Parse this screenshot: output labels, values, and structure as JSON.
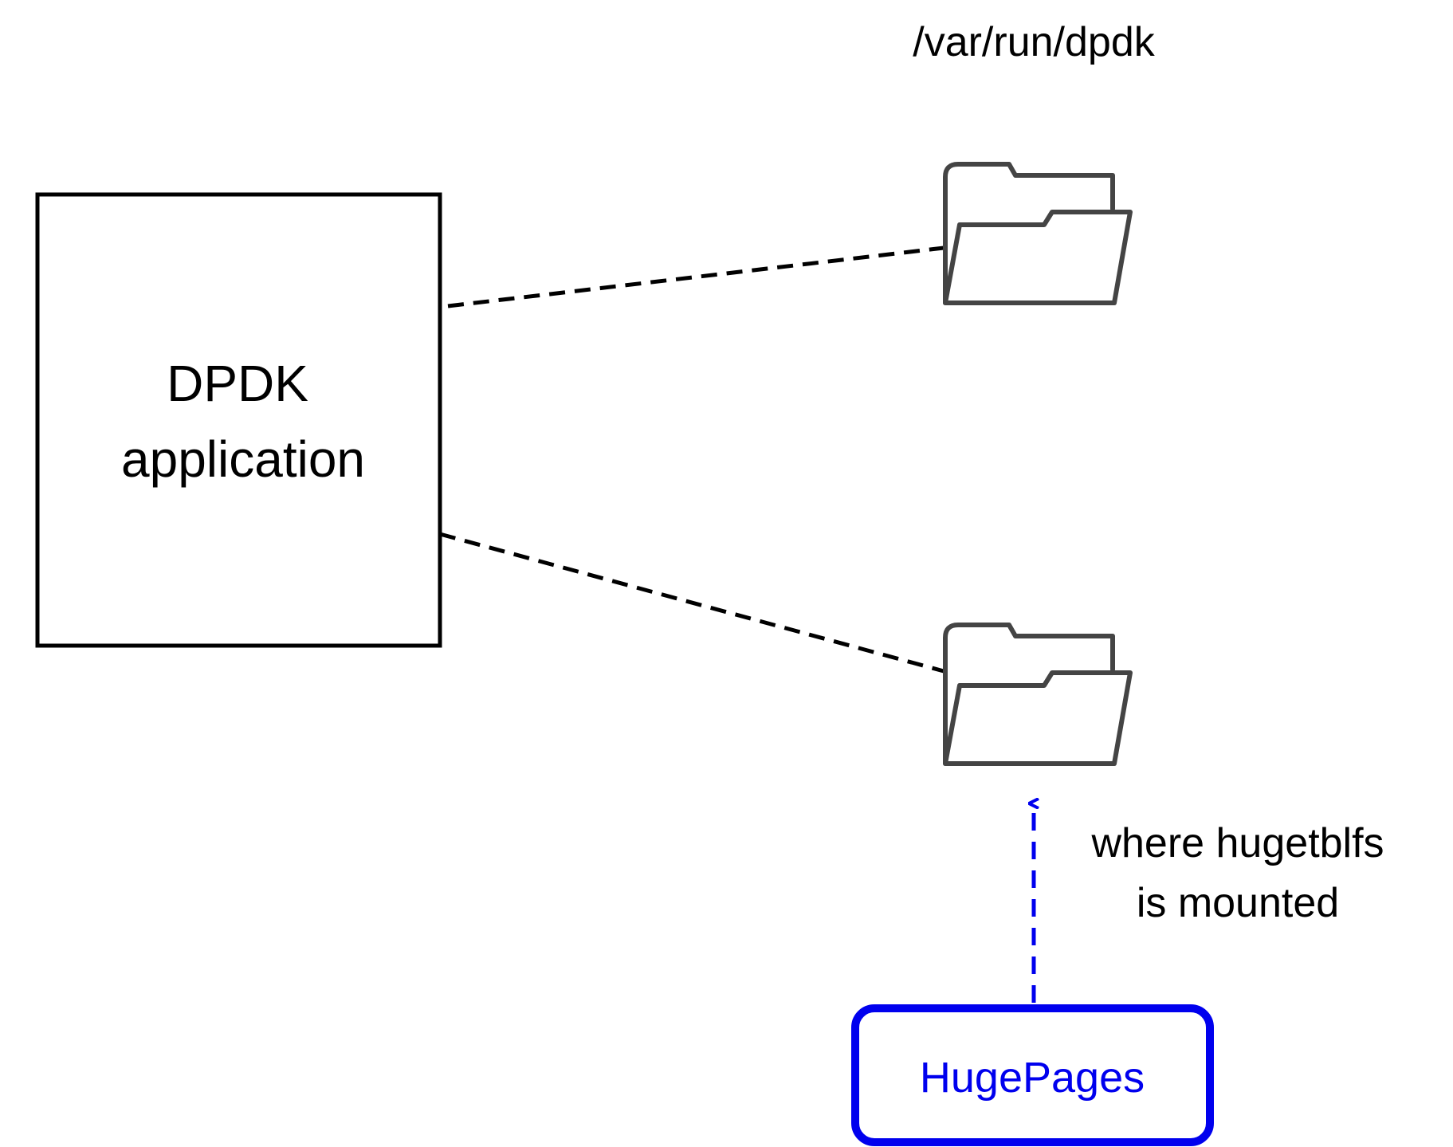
{
  "diagram": {
    "folder_path_label": "/var/run/dpdk",
    "app_box": {
      "line1": "DPDK",
      "line2": "application"
    },
    "hugepages_box": {
      "label": "HugePages",
      "color": "#0000ee"
    },
    "mount_note": {
      "line1": "where hugetblfs",
      "line2": "is mounted"
    },
    "icons": {
      "top_folder": "folder-open-icon",
      "bottom_folder": "folder-open-icon"
    },
    "colors": {
      "stroke": "#000000",
      "folder_stroke": "#444444",
      "accent": "#0000ee"
    }
  }
}
